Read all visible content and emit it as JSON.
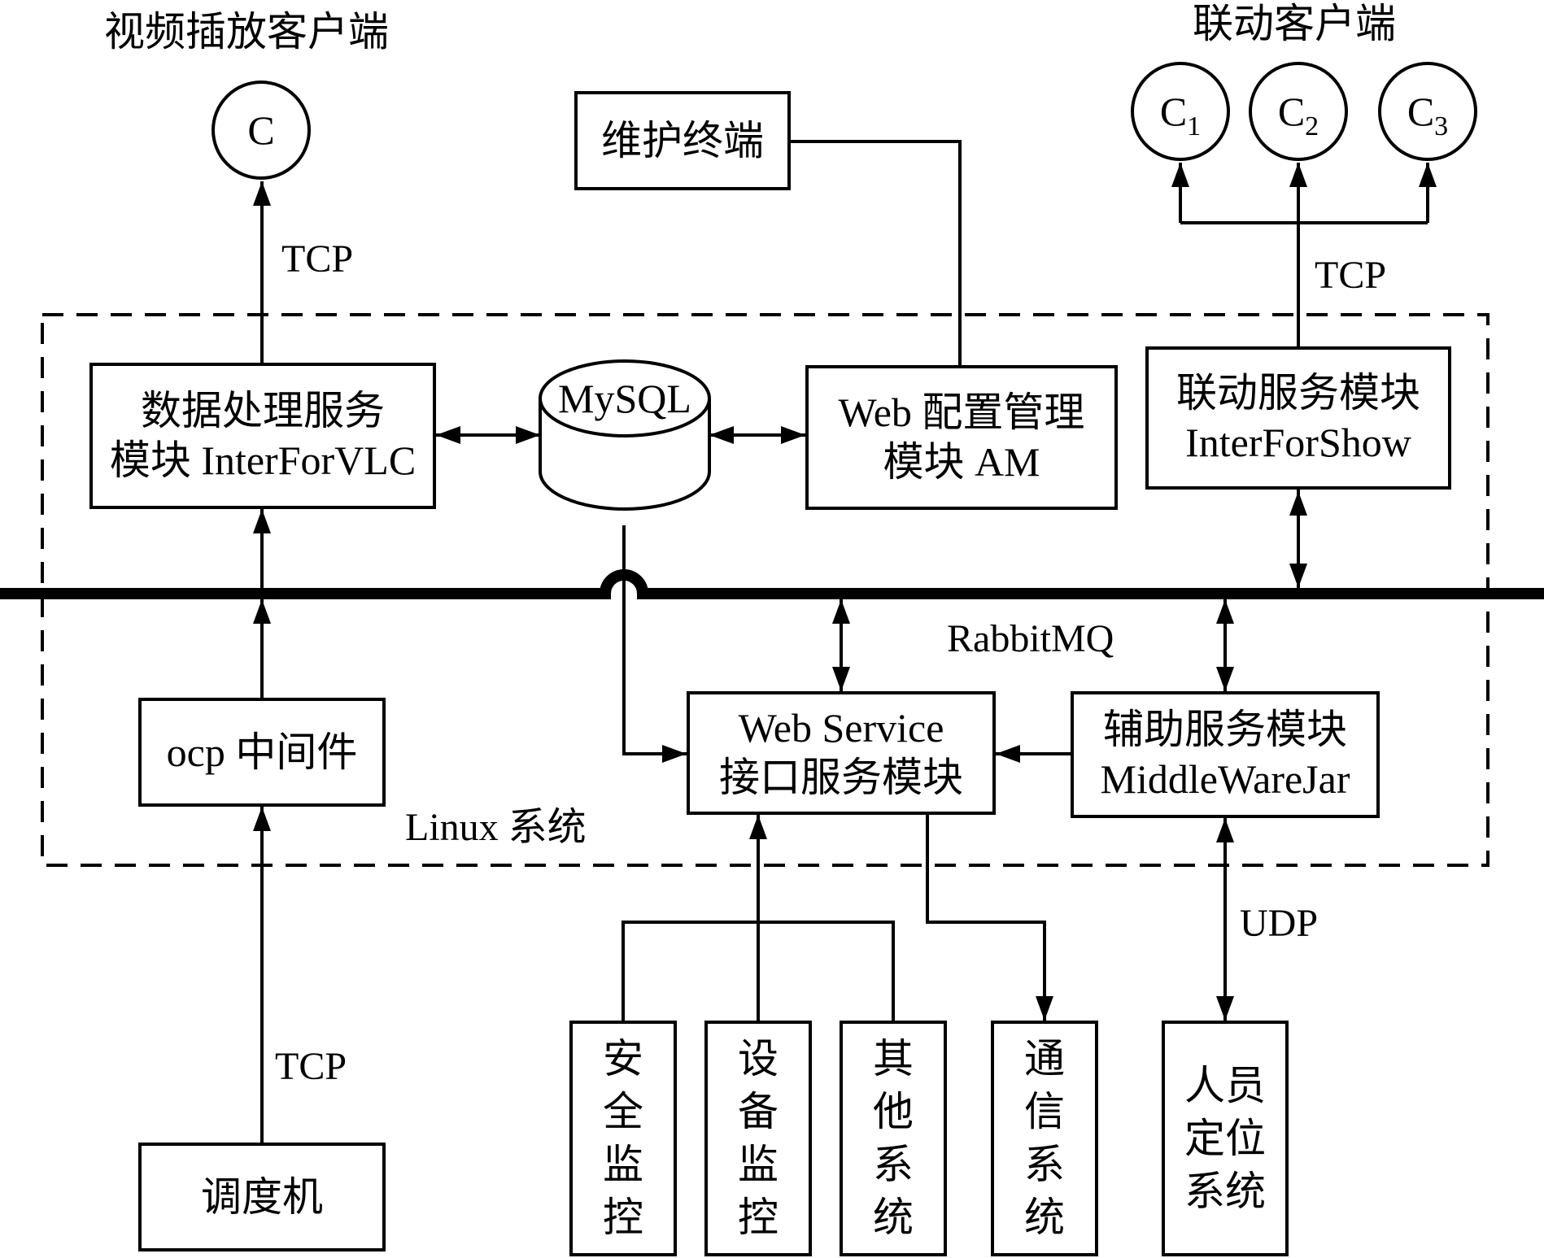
{
  "clients": {
    "video_title": "视频插放客户端",
    "video_client": "C",
    "linkage_title": "联动客户端",
    "linkage_clients": [
      {
        "base": "C",
        "sub": "1"
      },
      {
        "base": "C",
        "sub": "2"
      },
      {
        "base": "C",
        "sub": "3"
      }
    ]
  },
  "modules": {
    "maintenance": "维护终端",
    "data_processing": [
      "数据处理服务",
      "模块 InterForVLC"
    ],
    "database": "MySQL",
    "web_config": [
      "Web 配置管理",
      "模块 AM"
    ],
    "linkage_service": [
      "联动服务模块",
      "InterForShow"
    ],
    "ocp": "ocp 中间件",
    "web_service": [
      "Web Service",
      "接口服务模块"
    ],
    "aux_service": [
      "辅助服务模块",
      "MiddleWareJar"
    ],
    "dispatcher": "调度机"
  },
  "external_systems": [
    {
      "key": "safety",
      "chars": [
        "安",
        "全",
        "监",
        "控"
      ]
    },
    {
      "key": "device",
      "chars": [
        "设",
        "备",
        "监",
        "控"
      ]
    },
    {
      "key": "other",
      "chars": [
        "其",
        "他",
        "系",
        "统"
      ]
    },
    {
      "key": "comm",
      "chars": [
        "通",
        "信",
        "系",
        "统"
      ]
    },
    {
      "key": "personnel",
      "chars": [
        "人员",
        "定位",
        "系统"
      ]
    }
  ],
  "labels": {
    "tcp_video": "TCP",
    "tcp_linkage": "TCP",
    "tcp_dispatch": "TCP",
    "udp": "UDP",
    "bus": "RabbitMQ",
    "system_boundary": "Linux 系统"
  }
}
